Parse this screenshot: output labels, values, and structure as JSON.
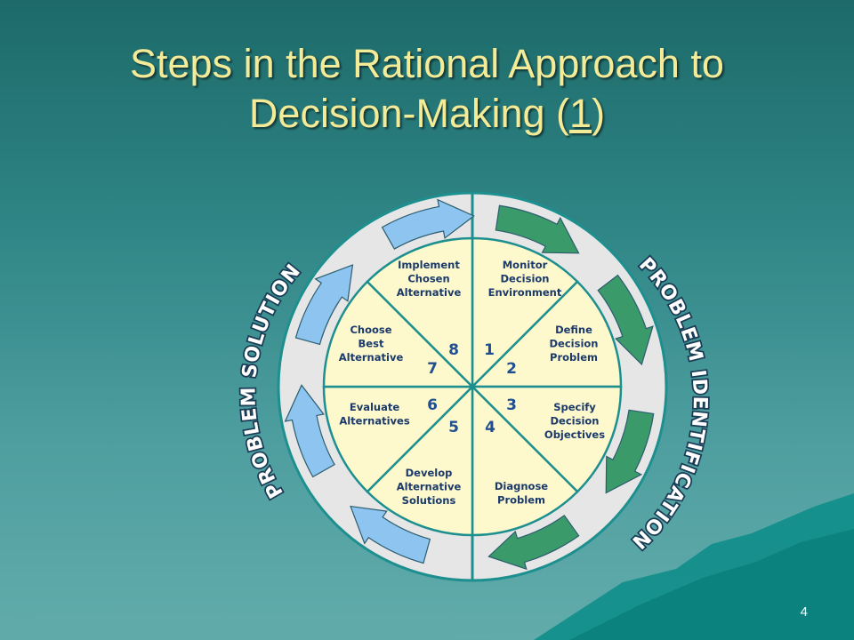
{
  "slide": {
    "title_line1": "Steps in the Rational Approach to",
    "title_line2_prefix": "Decision-Making (",
    "title_link": "1",
    "title_line2_suffix": ")",
    "page_number": "4"
  },
  "diagram": {
    "ring_left": "PROBLEM SOLUTION",
    "ring_right": "PROBLEM IDENTIFICATION",
    "steps": [
      {
        "number": "1",
        "lines": [
          "Monitor",
          "Decision",
          "Environment"
        ]
      },
      {
        "number": "2",
        "lines": [
          "Define",
          "Decision",
          "Problem"
        ]
      },
      {
        "number": "3",
        "lines": [
          "Specify",
          "Decision",
          "Objectives"
        ]
      },
      {
        "number": "4",
        "lines": [
          "Diagnose",
          "Problem"
        ]
      },
      {
        "number": "5",
        "lines": [
          "Develop",
          "Alternative",
          "Solutions"
        ]
      },
      {
        "number": "6",
        "lines": [
          "Evaluate",
          "Alternatives"
        ]
      },
      {
        "number": "7",
        "lines": [
          "Choose",
          "Best",
          "Alternative"
        ]
      },
      {
        "number": "8",
        "lines": [
          "Implement",
          "Chosen",
          "Alternative"
        ]
      }
    ]
  },
  "colors": {
    "segment_fill": "#fdf9cc",
    "ring_fill": "#e6e6e6",
    "ring_border": "#1e8f8f",
    "arrow_green": "#3a9a6a",
    "arrow_blue": "#8ec5f0"
  }
}
